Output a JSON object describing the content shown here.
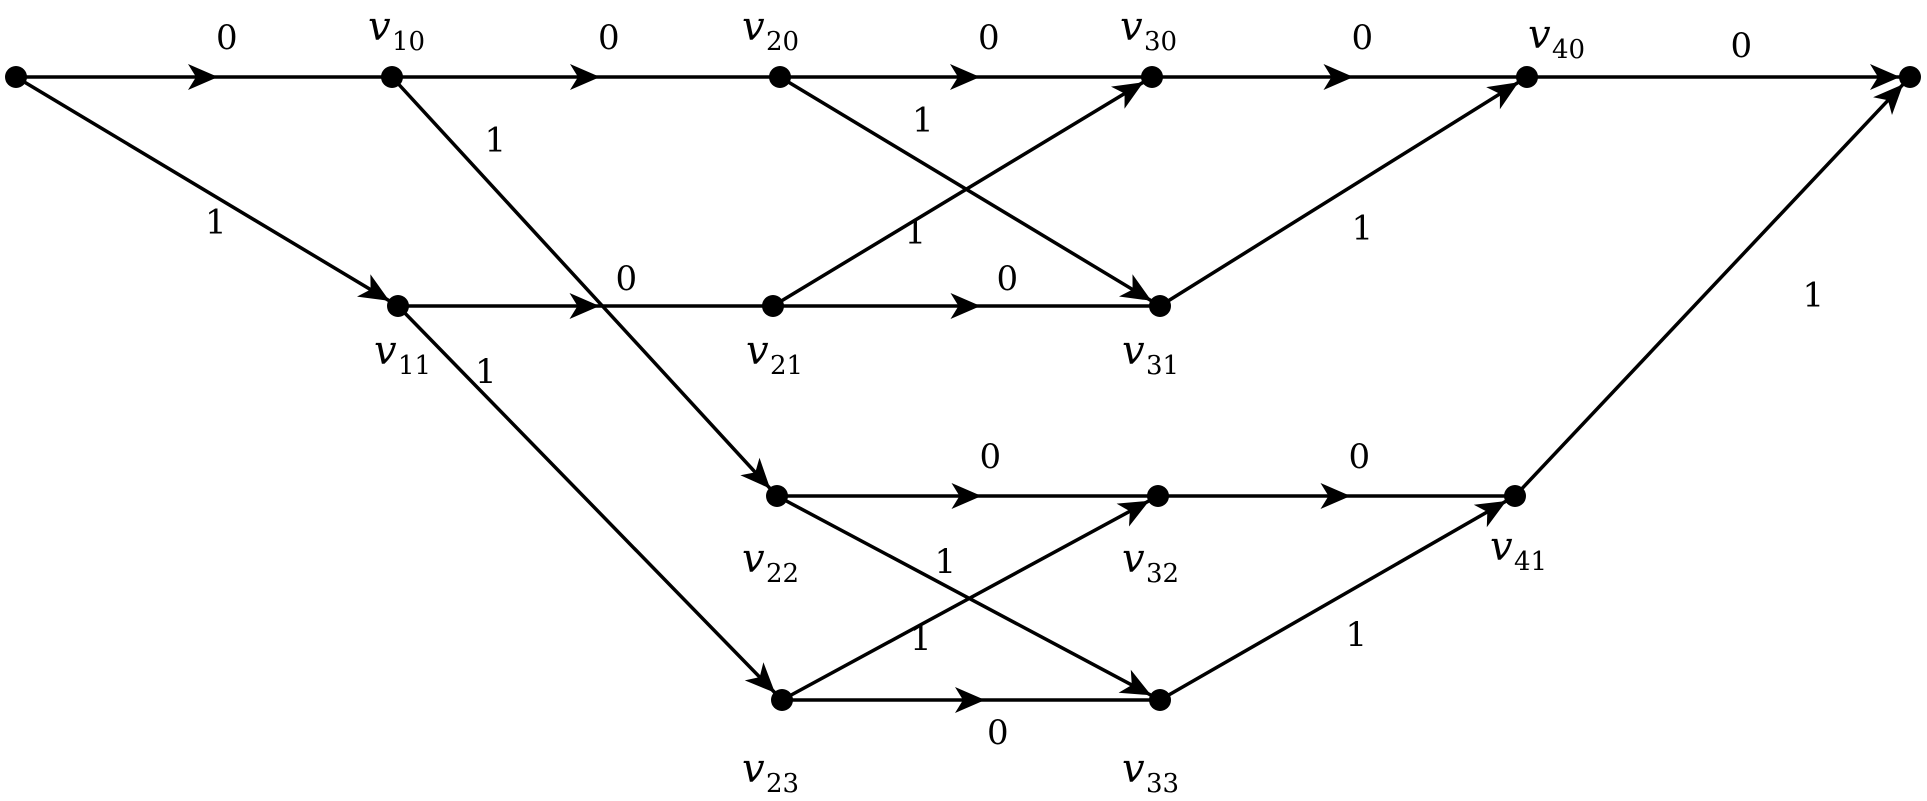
{
  "nodes": [
    {
      "id": "s",
      "name": "",
      "sub": ""
    },
    {
      "id": "v10",
      "name": "v",
      "sub": "10"
    },
    {
      "id": "v11",
      "name": "v",
      "sub": "11"
    },
    {
      "id": "v20",
      "name": "v",
      "sub": "20"
    },
    {
      "id": "v21",
      "name": "v",
      "sub": "21"
    },
    {
      "id": "v22",
      "name": "v",
      "sub": "22"
    },
    {
      "id": "v23",
      "name": "v",
      "sub": "23"
    },
    {
      "id": "v30",
      "name": "v",
      "sub": "30"
    },
    {
      "id": "v31",
      "name": "v",
      "sub": "31"
    },
    {
      "id": "v32",
      "name": "v",
      "sub": "32"
    },
    {
      "id": "v33",
      "name": "v",
      "sub": "33"
    },
    {
      "id": "v40",
      "name": "v",
      "sub": "40"
    },
    {
      "id": "v41",
      "name": "v",
      "sub": "41"
    },
    {
      "id": "t",
      "name": "",
      "sub": ""
    }
  ],
  "edges": [
    {
      "from": "s",
      "to": "v10",
      "weight": "0"
    },
    {
      "from": "s",
      "to": "v11",
      "weight": "1"
    },
    {
      "from": "v10",
      "to": "v20",
      "weight": "0"
    },
    {
      "from": "v10",
      "to": "v22",
      "weight": "1"
    },
    {
      "from": "v11",
      "to": "v21",
      "weight": "0"
    },
    {
      "from": "v11",
      "to": "v23",
      "weight": "1"
    },
    {
      "from": "v20",
      "to": "v30",
      "weight": "0"
    },
    {
      "from": "v20",
      "to": "v31",
      "weight": "1"
    },
    {
      "from": "v21",
      "to": "v30",
      "weight": "1"
    },
    {
      "from": "v21",
      "to": "v31",
      "weight": "0"
    },
    {
      "from": "v22",
      "to": "v32",
      "weight": "0"
    },
    {
      "from": "v22",
      "to": "v33",
      "weight": "1"
    },
    {
      "from": "v23",
      "to": "v32",
      "weight": "1"
    },
    {
      "from": "v23",
      "to": "v33",
      "weight": "0"
    },
    {
      "from": "v30",
      "to": "v40",
      "weight": "0"
    },
    {
      "from": "v31",
      "to": "v40",
      "weight": "1"
    },
    {
      "from": "v32",
      "to": "v41",
      "weight": "0"
    },
    {
      "from": "v33",
      "to": "v41",
      "weight": "1"
    },
    {
      "from": "v40",
      "to": "t",
      "weight": "0"
    },
    {
      "from": "v41",
      "to": "t",
      "weight": "1"
    }
  ]
}
